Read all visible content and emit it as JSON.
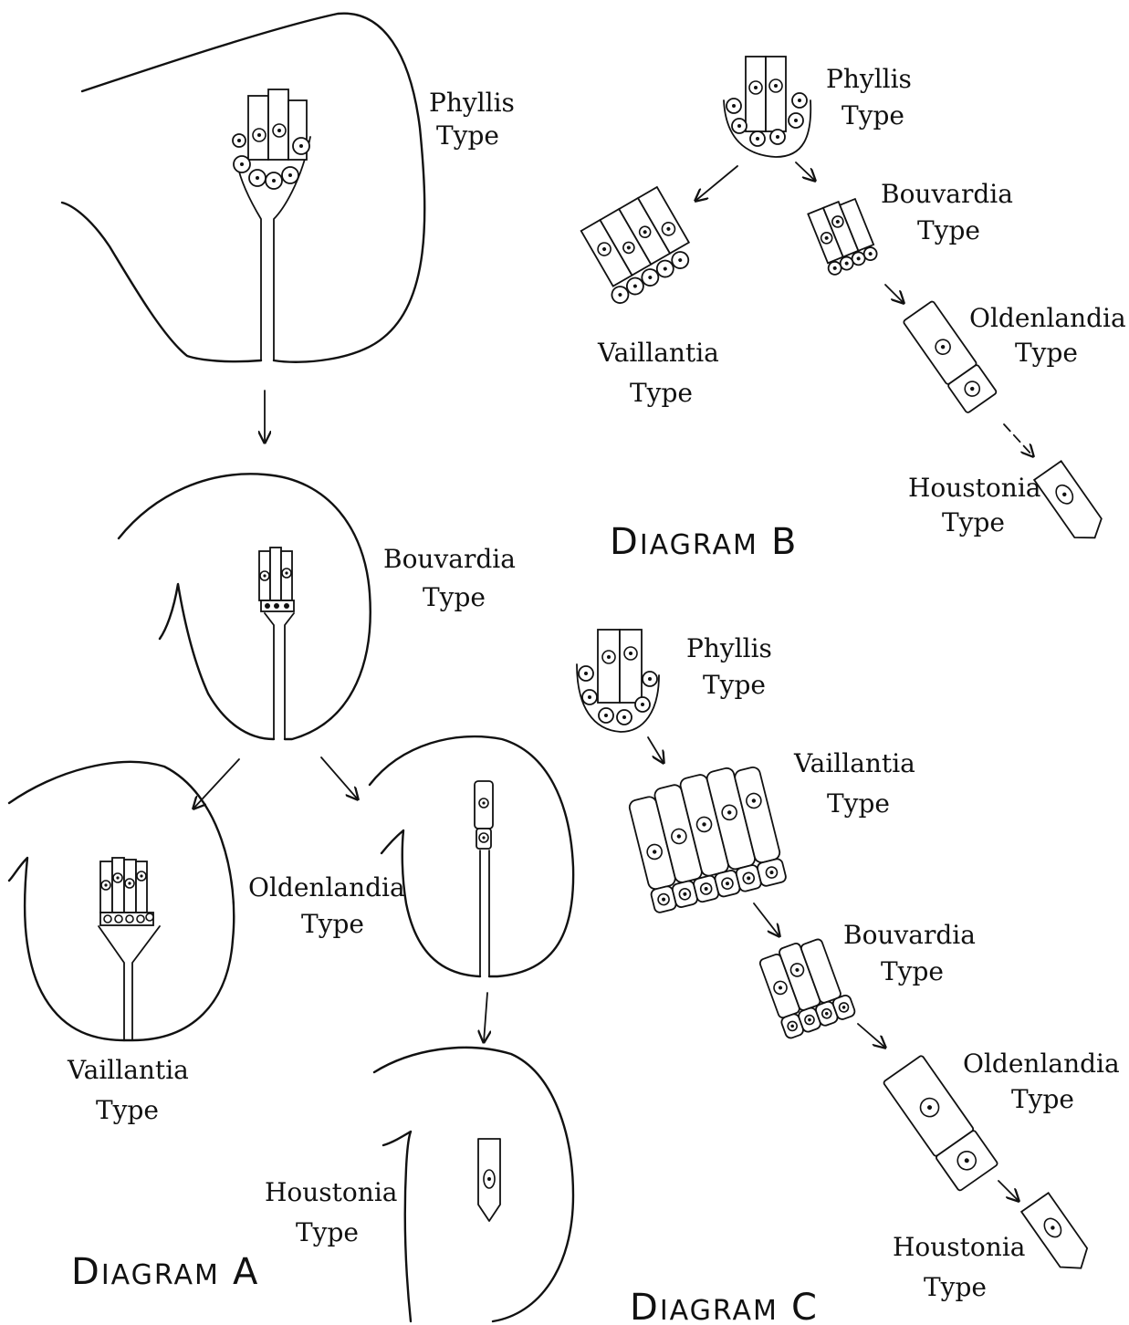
{
  "diagram_a": {
    "title_first": "D",
    "title_rest": "IAGRAM",
    "title_letter": "A",
    "labels": {
      "phyllis": [
        "Phyllis",
        "Type"
      ],
      "bouvardia": [
        "Bouvardia",
        "Type"
      ],
      "vaillantia": [
        "Vaillantia",
        "Type"
      ],
      "oldenlandia": [
        "Oldenlandia",
        "Type"
      ],
      "houstonia": [
        "Houstonia",
        "Type"
      ]
    }
  },
  "diagram_b": {
    "title_first": "D",
    "title_rest": "IAGRAM",
    "title_letter": "B",
    "labels": {
      "phyllis": [
        "Phyllis",
        "Type"
      ],
      "bouvardia": [
        "Bouvardia",
        "Type"
      ],
      "vaillantia": [
        "Vaillantia",
        "Type"
      ],
      "oldenlandia": [
        "Oldenlandia",
        "Type"
      ],
      "houstonia": [
        "Houstonia",
        "Type"
      ]
    }
  },
  "diagram_c": {
    "title_first": "D",
    "title_rest": "IAGRAM",
    "title_letter": "C",
    "labels": {
      "phyllis": [
        "Phyllis",
        "Type"
      ],
      "vaillantia": [
        "Vaillantia",
        "Type"
      ],
      "bouvardia": [
        "Bouvardia",
        "Type"
      ],
      "oldenlandia": [
        "Oldenlandia",
        "Type"
      ],
      "houstonia": [
        "Houstonia",
        "Type"
      ]
    }
  },
  "colors": {
    "ink": "#111111",
    "paper": "#ffffff"
  }
}
